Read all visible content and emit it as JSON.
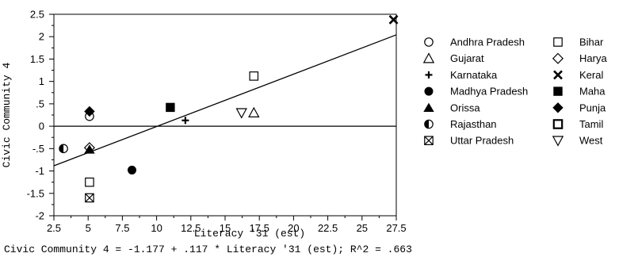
{
  "chart_data": {
    "type": "scatter",
    "title": "",
    "xlabel": "Literacy '31 (est)",
    "ylabel": "Civic Community 4",
    "xlim": [
      2.5,
      27.5
    ],
    "ylim": [
      -2,
      2.5
    ],
    "x_ticks": [
      "2.5",
      "5",
      "7.5",
      "10",
      "12.5",
      "15",
      "17.5",
      "20",
      "22.5",
      "25",
      "27.5"
    ],
    "y_ticks": [
      "2.5",
      "2",
      "1.5",
      "1",
      ".5",
      "0",
      "-.5",
      "-1",
      "-1.5",
      "-2"
    ],
    "grid": false,
    "legend_position": "right",
    "reference_line_y": 0,
    "regression": {
      "intercept": -1.177,
      "slope": 0.117
    },
    "equation_text": "Civic Community 4 = -1.177 + .117 * Literacy '31 (est); R^2 = .663",
    "series": [
      {
        "name": "Andhra Pradesh",
        "marker": "circle-open",
        "points": [
          [
            5.1,
            0.22
          ]
        ]
      },
      {
        "name": "Bihar",
        "marker": "square-open",
        "points": [
          [
            5.1,
            -1.25
          ],
          [
            17.1,
            1.12
          ]
        ]
      },
      {
        "name": "Gujarat",
        "marker": "triangle-open",
        "points": [
          [
            17.1,
            0.3
          ]
        ]
      },
      {
        "name": "Harya",
        "marker": "diamond-open",
        "points": [
          [
            5.1,
            -0.48
          ]
        ]
      },
      {
        "name": "Karnataka",
        "marker": "plus",
        "points": [
          [
            12.1,
            0.13
          ]
        ]
      },
      {
        "name": "Keral",
        "marker": "x",
        "points": [
          [
            27.3,
            2.38
          ]
        ]
      },
      {
        "name": "Madhya Pradesh",
        "marker": "circle-filled",
        "points": [
          [
            8.2,
            -0.98
          ]
        ]
      },
      {
        "name": "Maha",
        "marker": "square-filled",
        "points": [
          [
            11.0,
            0.42
          ]
        ]
      },
      {
        "name": "Orissa",
        "marker": "triangle-filled",
        "points": [
          [
            5.1,
            -0.52
          ]
        ]
      },
      {
        "name": "Punja",
        "marker": "diamond-filled",
        "points": [
          [
            5.1,
            0.33
          ]
        ]
      },
      {
        "name": "Rajasthan",
        "marker": "circle-half",
        "points": [
          [
            3.2,
            -0.5
          ]
        ]
      },
      {
        "name": "Tamil",
        "marker": "square-dot",
        "points": []
      },
      {
        "name": "Uttar Pradesh",
        "marker": "square-x",
        "points": [
          [
            5.1,
            -1.6
          ]
        ]
      },
      {
        "name": "West",
        "marker": "triangle-down-open",
        "points": [
          [
            16.2,
            0.3
          ]
        ]
      }
    ]
  }
}
